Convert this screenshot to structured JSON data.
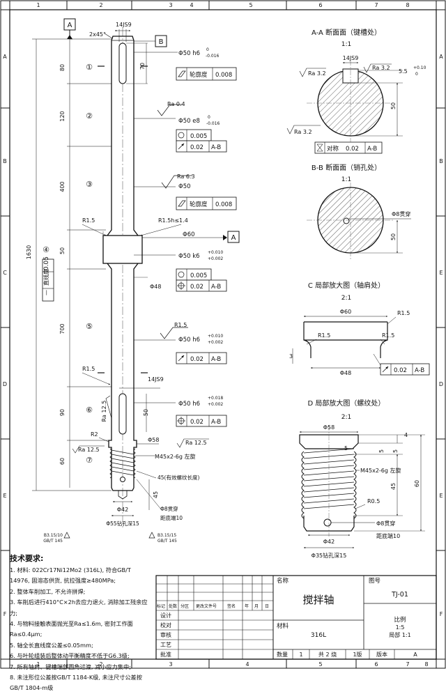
{
  "border": {
    "cols": [
      "1",
      "2",
      "3",
      "4",
      "5",
      "6",
      "7",
      "8"
    ],
    "rows": [
      "A",
      "B",
      "C",
      "D",
      "E",
      "F"
    ]
  },
  "main_view": {
    "datum_A": "A",
    "datum_B": "B",
    "chamfer": "2x45°",
    "keyway_top": "14JS9",
    "segments": [
      "①",
      "②",
      "③",
      "④",
      "⑤",
      "⑥",
      "⑦"
    ],
    "lengths": [
      "80",
      "120",
      "400",
      "50",
      "700",
      "90",
      "60"
    ],
    "total_length": "1630",
    "straightness_sym": "—",
    "straightness_label": "直线度",
    "straightness_val": "0.05",
    "seg1": {
      "dia": "Φ50 h6",
      "tol_up": "0",
      "tol_lo": "-0.016",
      "keyway_len": "70",
      "profile_label": "轮廓度",
      "profile_val": "0.008"
    },
    "seg2": {
      "ra": "Ra 0.4",
      "dia": "Φ50 e8",
      "tol_up": "0",
      "tol_lo": "-0.016",
      "cyl": "0.005",
      "runout": "0.02",
      "ref": "A-B"
    },
    "seg3": {
      "ra": "Ra 6.3",
      "dia": "Φ50",
      "profile_label": "轮廓度",
      "profile_val": "0.008"
    },
    "seg4": {
      "r_left": "R1.5",
      "r_right": "R1.5h≤1.4",
      "collar": "Φ60",
      "datum": "A",
      "dia": "Φ50 k6",
      "tol_up": "+0.010",
      "tol_lo": "+0.002",
      "cyl": "0.005",
      "pos": "0.02",
      "ref": "A-B",
      "inner": "Φ48"
    },
    "seg5": {
      "r": "R1.5",
      "dia": "Φ50 h6",
      "tol_up": "+0.010",
      "tol_lo": "+0.002",
      "runout": "0.02",
      "ref": "A-B",
      "r_low": "R1.5"
    },
    "seg6": {
      "keyway": "14JS9",
      "ra": "Ra 12.5",
      "dia": "Φ50 h6",
      "tol_up": "+0.018",
      "tol_lo": "+0.002",
      "key_len": "50",
      "pos": "0.02",
      "ref": "A-B"
    },
    "seg7": {
      "r2": "R2",
      "ra_l": "Ra 12.5",
      "d58": "Φ58",
      "ra_r": "Ra 12.5",
      "thread": "M45x2-6g 左旋",
      "thread_len_note": "45(有效螺纹长度)",
      "len45": "45",
      "hole": "Φ8贯穿",
      "hole_pos": "距底端10",
      "d42": "Φ42",
      "drill": "Φ55钻孔深15",
      "center_l1": "B3.15/10",
      "center_l2": "GB/T 145",
      "center_r1": "B3.15/15",
      "center_r2": "GB/T 145"
    }
  },
  "section_A": {
    "title": "A-A 断面面（键槽处）",
    "scale": "1:1",
    "key": "14JS9",
    "ra_l": "Ra 3.2",
    "ra_r": "Ra 3.2",
    "depth": "5.5",
    "depth_up": "+0.10",
    "depth_lo": "0",
    "h": "50",
    "ra_b": "Ra 3.2",
    "sym_label": "对称",
    "sym_val": "0.02",
    "ref": "A-B"
  },
  "section_B": {
    "title": "B-B 断面面（销孔处）",
    "scale": "1:1",
    "hole": "Φ8贯穿",
    "h": "50"
  },
  "detail_C": {
    "title": "C 局部放大图（轴肩处）",
    "scale": "2:1",
    "d60": "Φ60",
    "r_tr": "R1.5",
    "r_l": "R1.5",
    "r_r": "R1.5",
    "h3": "3",
    "d48": "Φ48",
    "runout": "0.02",
    "ref": "A-B"
  },
  "detail_D": {
    "title": "D 局部放大图（螺纹处）",
    "scale": "2:1",
    "d58": "Φ58",
    "d4": "4",
    "d5a": "5",
    "d5b": "5",
    "thread": "M45x2-6g 左旋",
    "l45": "45",
    "l60": "60",
    "r05": "R0.5",
    "l5": "5",
    "hole": "Φ8贯穿",
    "hole_pos": "距底端10",
    "d42": "Φ42",
    "drill": "Φ35钻孔深15"
  },
  "tech": {
    "heading": "技术要求:",
    "items": [
      "1. 材料: 022Cr17Ni12Mo2 (316L), 符合GB/T 14976, 固溶态供货, 抗拉强度≥480MPa;",
      "2. 整体车削加工, 不允许拼焊;",
      "3. 车削后进行410°C×2h去应力退火, 消除加工残余应力;",
      "4. 与物料接触表面抛光至Ra≤1.6m, 密封工作面Ra≤0.4μm;",
      "5. 轴全长直线度公差≤0.05mm;",
      "6. 与叶轮组装后整体动平衡精度不低于G6.3级;",
      "7. 所有轴肩、键槽端部圆角过渡, 减小应力集中;",
      "8. 未注形位公差按GB/T 1184-K级, 未注尺寸公差按GB/T 1804-m级"
    ]
  },
  "title_block": {
    "name_label": "名称",
    "name": "搅拌轴",
    "drawing_no_label": "图号",
    "drawing_no": "TJ-01",
    "material_label": "材料",
    "material": "316L",
    "scale_label": "比例",
    "scale_main": "1:5",
    "scale_detail": "局部 1:1",
    "qty_label": "数量",
    "qty": "1",
    "sheets": "共 2 烧",
    "sheet_no": "1版",
    "version_label": "版本",
    "version": "A",
    "rev_headers": [
      "标记",
      "处数",
      "分区",
      "更改文件号",
      "签名",
      "年",
      "月",
      "日"
    ],
    "roles": [
      "设计",
      "校对",
      "审核",
      "工艺",
      "批准"
    ]
  }
}
